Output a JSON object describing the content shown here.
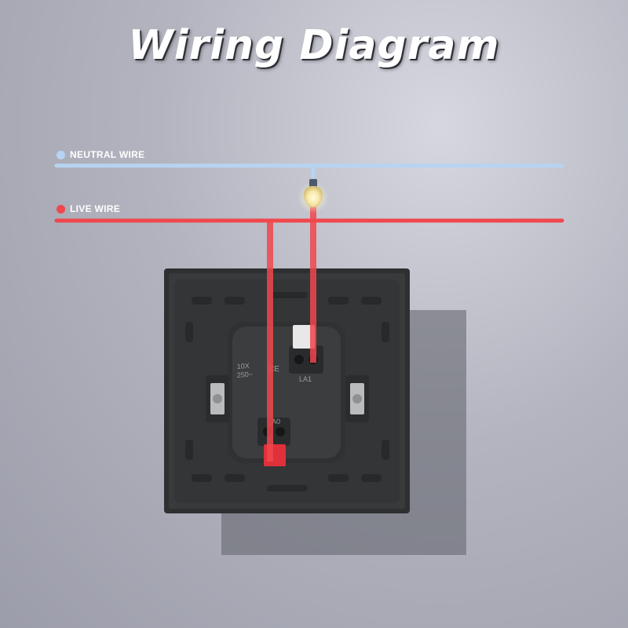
{
  "title": "Wiring Diagram",
  "neutral": {
    "label": "NEUTRAL WIRE",
    "color": "#b6d4f2"
  },
  "live": {
    "label": "LIVE WIRE",
    "color": "#f0474c"
  },
  "switch_markings": {
    "rating_line1": "10X",
    "rating_line2": "250~",
    "ce": "CE",
    "terminal_top": "LA1",
    "terminal_bottom": "A0"
  },
  "icons": {
    "lamp": "light-bulb-icon",
    "switch": "switch-back-icon"
  }
}
